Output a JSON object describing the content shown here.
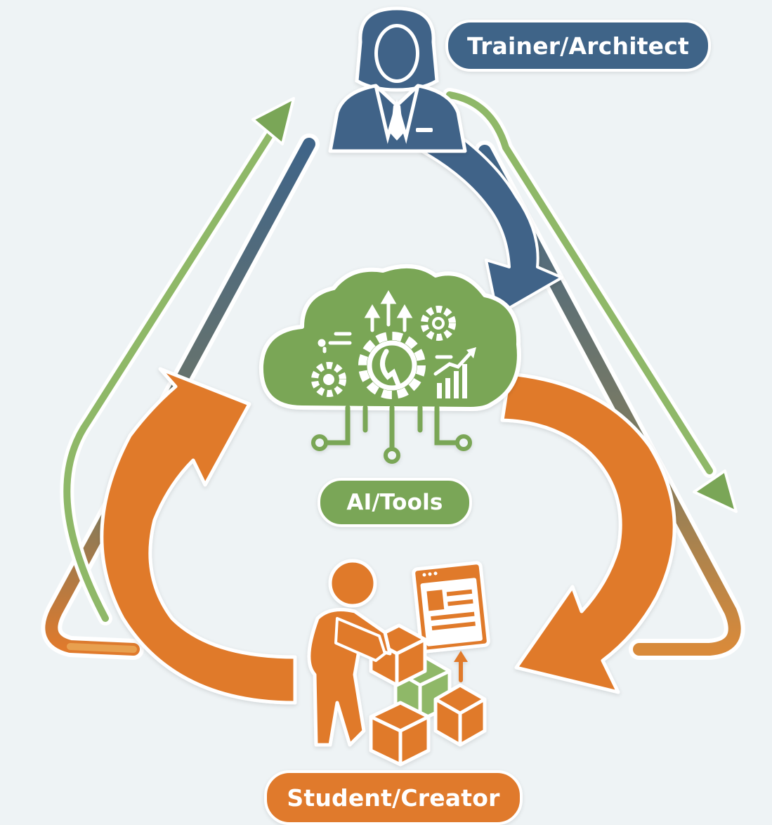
{
  "nodes": {
    "trainer": {
      "label": "Trainer/Architect",
      "color": "#3f6488"
    },
    "tools": {
      "label": "AI/Tools",
      "color": "#7aa657"
    },
    "student": {
      "label": "Student/Creator",
      "color": "#e07a2c"
    }
  },
  "colors": {
    "background": "#eef3f5",
    "navy": "#3f6488",
    "green": "#7aa657",
    "green_light": "#8fb868",
    "orange": "#e07a2c",
    "orange_light": "#e8a04f",
    "white": "#ffffff"
  },
  "icons": [
    "trainer-person-icon",
    "ai-cloud-icon",
    "gear-icon",
    "chart-icon",
    "circuit-icon",
    "student-person-icon",
    "box-icon",
    "monitor-icon",
    "up-arrow-icon"
  ]
}
